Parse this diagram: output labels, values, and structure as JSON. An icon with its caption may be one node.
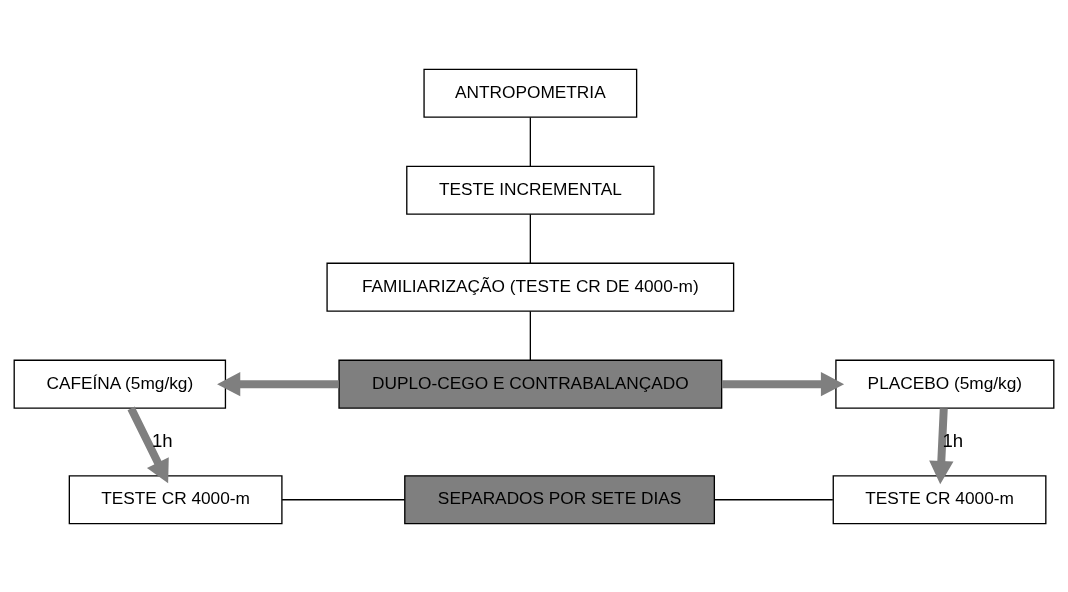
{
  "diagram": {
    "nodes": [
      {
        "text": [
          "ANTROPOMETRIA"
        ]
      },
      {
        "text": [
          "TESTE INCREMENTAL"
        ]
      },
      {
        "text": [
          "FAMILIARIZAÇÃO (TESTE CR DE 4000-m)"
        ]
      },
      {
        "text": [
          "CAFEÍNA (5mg/kg)"
        ]
      },
      {
        "text": [
          "DUPLO-CEGO E CONTRABALANÇADO"
        ]
      },
      {
        "text": [
          "PLACEBO (5mg/kg)"
        ]
      },
      {
        "text": [
          "TESTE CR 4000-m"
        ]
      },
      {
        "text": [
          "SEPARADOS POR SETE DIAS"
        ]
      },
      {
        "text": [
          "TESTE CR 4000-m"
        ]
      }
    ],
    "edges": [
      {
        "from": 0,
        "to": 1,
        "arrow": "none"
      },
      {
        "from": 1,
        "to": 2,
        "arrow": "none"
      },
      {
        "from": 2,
        "to": 4,
        "arrow": "none"
      },
      {
        "from": 4,
        "to": 3,
        "arrow": "to",
        "style": "thick",
        "color": "#7f7f7f"
      },
      {
        "from": 4,
        "to": 5,
        "arrow": "to",
        "style": "thick",
        "color": "#7f7f7f"
      },
      {
        "from": 3,
        "to": 6,
        "arrow": "to",
        "label": "1h",
        "style": "thick",
        "color": "#7f7f7f"
      },
      {
        "from": 5,
        "to": 8,
        "arrow": "to",
        "label": "1h",
        "style": "thick",
        "color": "#7f7f7f"
      },
      {
        "from": 6,
        "to": 7,
        "arrow": "none"
      },
      {
        "from": 7,
        "to": 8,
        "arrow": "none"
      }
    ]
  }
}
